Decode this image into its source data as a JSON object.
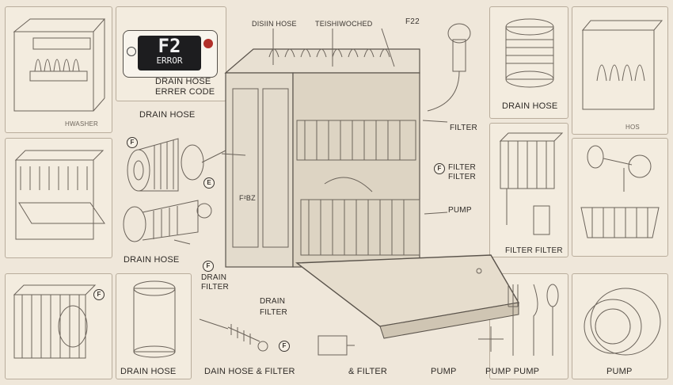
{
  "error_display": {
    "code": "F2",
    "word": "ERROR"
  },
  "labels": {
    "washer": "HWASHER",
    "drain_hose_error_code_1": "DRAIN HOSE",
    "drain_hose_error_code_2": "ERRER CODE",
    "drain_hose_left": "DRAIN HOSE",
    "drain_hose_mid_left": "DRAIN HOSE",
    "drain_filter_1": "DRAIN",
    "drain_filter_2": "FILTER",
    "drain_filter_b1": "DRAIN",
    "drain_filter_b2": "FILTER",
    "drain_hose_bottom_left": "DRAIN HOSE",
    "dain_hose_filter": "DAIN HOSE & FILTER",
    "and_filter": "& FILTER",
    "disiin_hose": "DISIIN HOSE",
    "teishiwoched": "TEISHIWOCHED",
    "f22": "F22",
    "drain_hose_top_right": "DRAIN HOSE",
    "hos": "HOS",
    "filter_right": "FILTER",
    "filter_filter": "FILTER FILTER",
    "filter_filter_2": "FILTER FILTER",
    "pump_mid": "PUMP",
    "pump_bottom_1": "PUMP",
    "pump_pump": "PUMP PUMP",
    "pump_bottom_right": "PUMP",
    "fbz": "F²BZ"
  },
  "tags": {
    "f": "F",
    "e": "E"
  }
}
